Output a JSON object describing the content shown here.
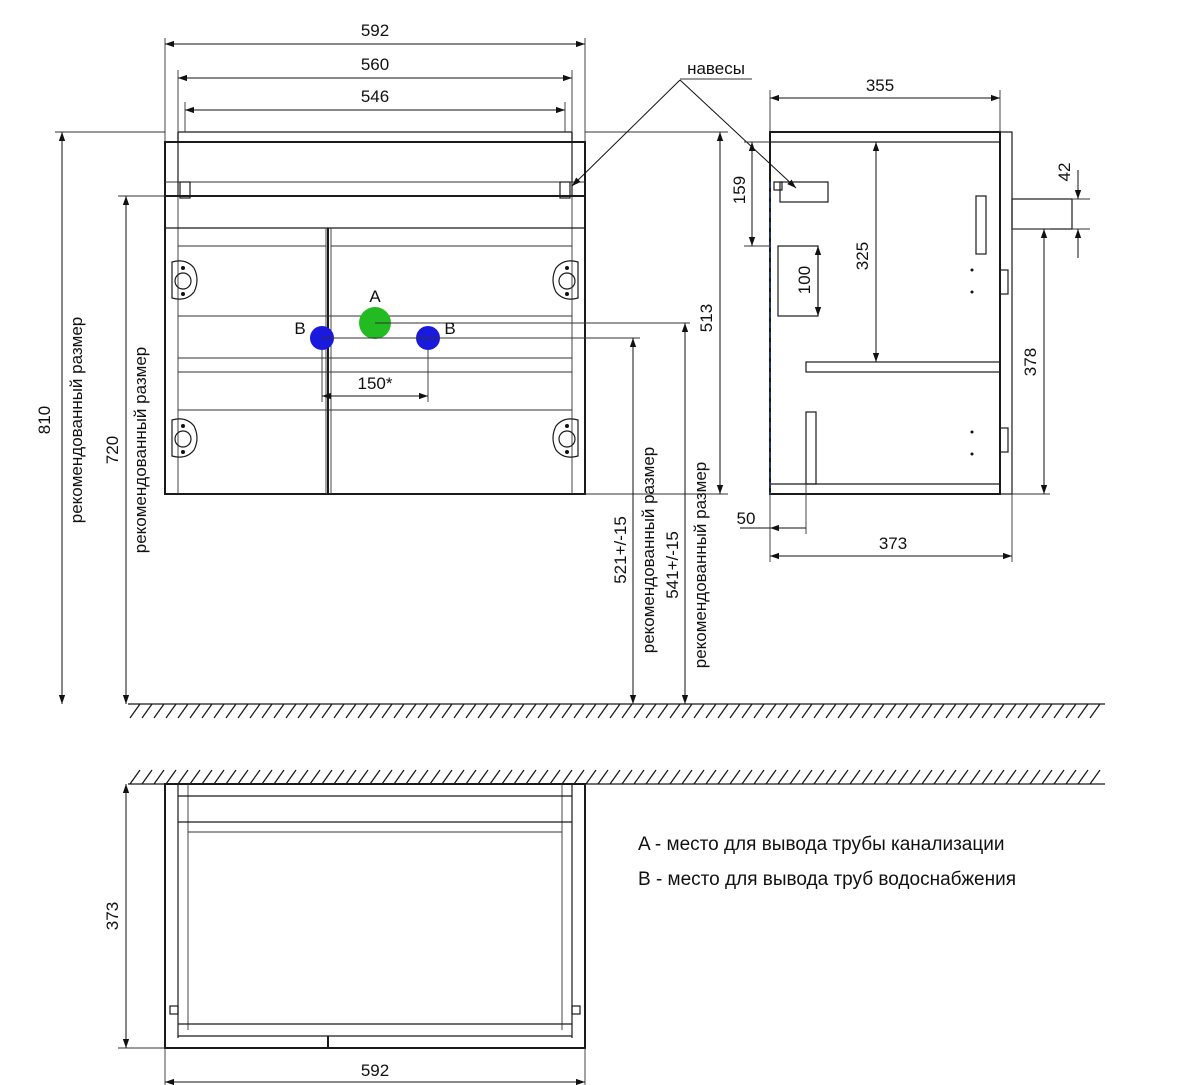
{
  "front_view": {
    "width_overall": "592",
    "width_inner_1": "560",
    "width_inner_2": "546",
    "height_total": "810",
    "height_total_note": "рекомендованный размер",
    "height_body": "720",
    "height_body_note": "рекомендованный размер",
    "height_side": "513",
    "pipe_spacing": "150*",
    "drain_height": "521+/-15",
    "drain_height_note": "рекомендованный размер",
    "water_height": "541+/-15",
    "water_height_note": "рекомендованный размер",
    "point_a": "A",
    "point_b_left": "B",
    "point_b_right": "B",
    "hinges_label": "навесы"
  },
  "side_view": {
    "depth_top": "355",
    "depth_bottom": "373",
    "offset_top": "159",
    "offset_a": "100",
    "offset_mid": "325",
    "offset_right": "378",
    "pipe_dia": "42",
    "offset_bottom": "50"
  },
  "plan_view": {
    "depth": "373",
    "width": "592"
  },
  "legend": {
    "line_a": "A - место для вывода трубы канализации",
    "line_b": "B - место для вывода труб водоснабжения"
  },
  "colors": {
    "point_a": "#22bb22",
    "point_b": "#1a1adc",
    "guide_dash": "#2a3f99"
  }
}
